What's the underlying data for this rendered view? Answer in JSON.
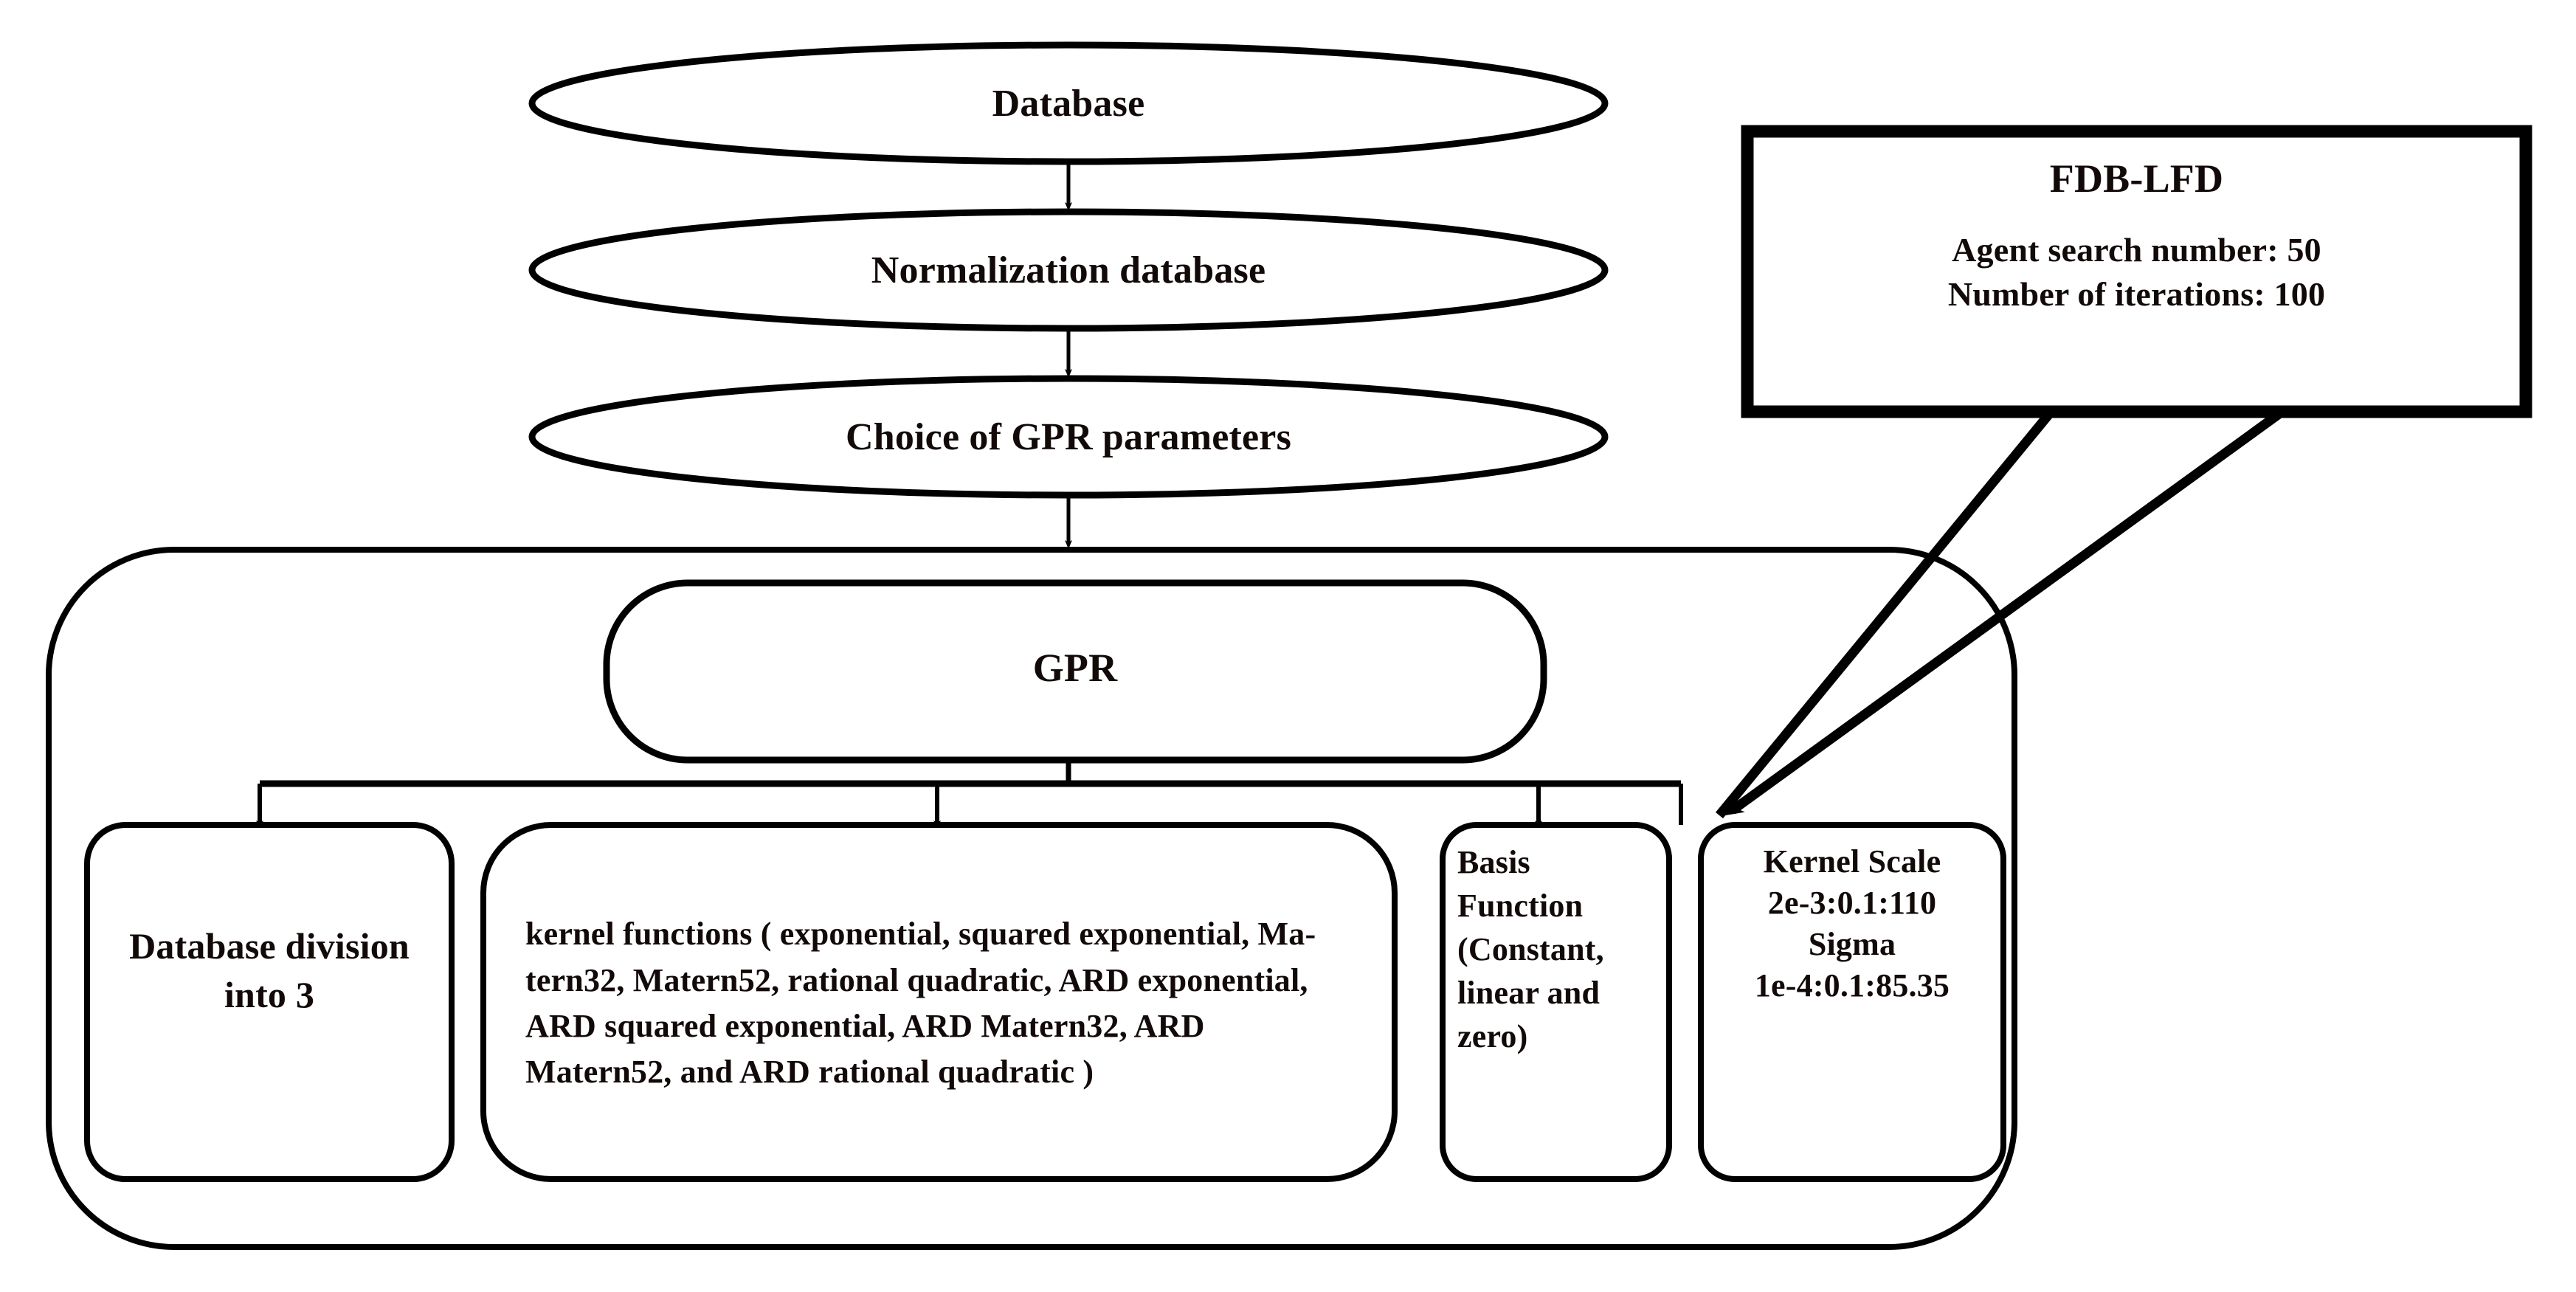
{
  "diagram": {
    "title": "GPR model optimization flowchart",
    "colors": {
      "stroke": "#000000",
      "text": "#120a08",
      "background": "#ffffff"
    },
    "flow": {
      "step_database": "Database",
      "step_normalization": "Normalization database",
      "step_choice": "Choice of GPR parameters",
      "model": "GPR"
    },
    "optimizer": {
      "title": "FDB-LFD",
      "line1": "Agent search number: 50",
      "line2": "Number of iterations: 100"
    },
    "parameters": {
      "division": "Database division into 3",
      "kernels": "kernel functions ( exponential, squared exponential, Ma-tern32, Matern52, rational quadratic, ARD exponential, ARD squared exponential, ARD Matern32, ARD Matern52, and ARD rational quadratic )",
      "basis": "Basis Function (Constant, linear and zero)",
      "kernel_scale_title": "Kernel Scale",
      "kernel_scale_range": "2e-3:0.1:110",
      "sigma_title": "Sigma",
      "sigma_range": "1e-4:0.1:85.35"
    }
  }
}
